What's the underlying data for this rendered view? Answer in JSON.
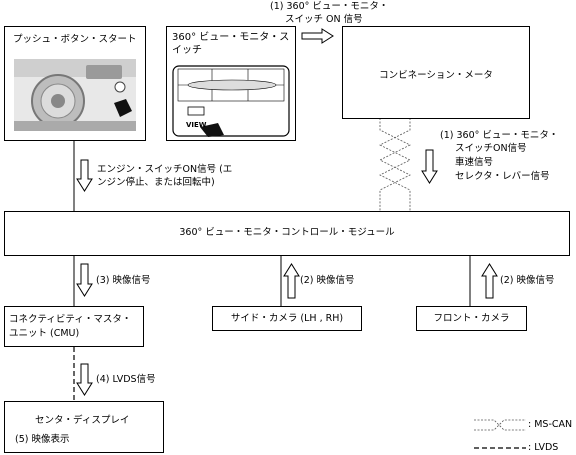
{
  "nodes": {
    "push_button_start": "プッシュ・ボタン・スタート",
    "switch_360": "360°  ビュー・モニタ・スイッチ",
    "view_button": "VIEW",
    "combination_meter": "コンビネーション・メータ",
    "control_module": "360°  ビュー・モニタ・コントロール・モジュール",
    "cmu_line1": "コネクティビティ・マスタ・",
    "cmu_line2": "ユニット (CMU)",
    "side_camera": "サイド・カメラ (LH , RH)",
    "front_camera": "フロント・カメラ",
    "center_display": "センタ・ディスプレイ",
    "video_display": "(5)  映像表示"
  },
  "signals": {
    "switch_on_line1": "(1) 360°  ビュー・モニタ・",
    "switch_on_line2": "スイッチ ON 信号",
    "meter_line1": "(1) 360°  ビュー・モニタ・",
    "meter_line2": "スイッチON信号",
    "meter_line3": "車速信号",
    "meter_line4": "セレクタ・レバー信号",
    "engine_line1": "エンジン・スイッチON信号 (エ",
    "engine_line2": "ンジン停止、または回転中)",
    "video_cmu": "(3)  映像信号",
    "video_side": "(2)  映像信号",
    "video_front": "(2)  映像信号",
    "lvds_signal": "(4)  LVDS信号"
  },
  "legend": {
    "ms_can": ": MS-CAN",
    "lvds": ": LVDS"
  }
}
